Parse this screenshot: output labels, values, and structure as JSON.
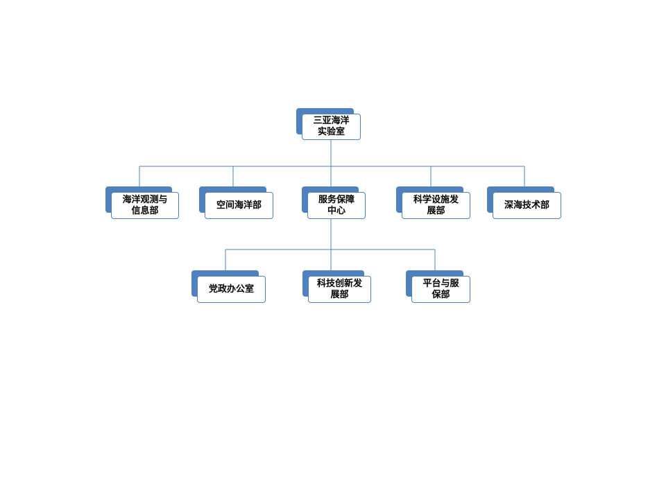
{
  "colors": {
    "accent": "#4f81bd",
    "box_fill": "#ffffff",
    "text": "#000000"
  },
  "org_chart": {
    "root": {
      "label": "三亚海洋实验室"
    },
    "level2": [
      {
        "label": "海洋观测与信息部"
      },
      {
        "label": "空间海洋部"
      },
      {
        "label": "服务保障中心"
      },
      {
        "label": "科学设施发展部"
      },
      {
        "label": "深海技术部"
      }
    ],
    "level3": [
      {
        "label": "党政办公室"
      },
      {
        "label": "科技创新发展部"
      },
      {
        "label": "平台与服保部"
      }
    ]
  }
}
